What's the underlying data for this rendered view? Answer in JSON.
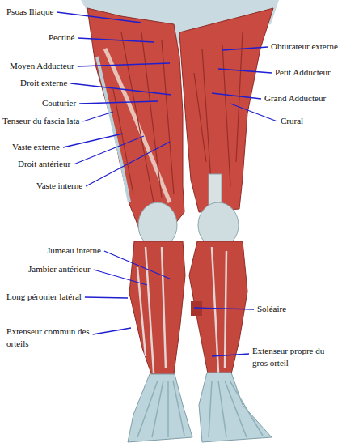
{
  "diagram": {
    "labels": [
      "Psoas Iliaque",
      "Pectiné",
      "Moyen Adducteur",
      "Droit externe",
      "Couturier",
      "Tenseur du fascia lata",
      "Vaste externe",
      "Droit antérieur",
      "Vaste interne",
      "Jumeau interne",
      "Jambier antérieur",
      "Long péronier latéral",
      "Extenseur commun des orteils",
      "Obturateur externe",
      "Petit Adducteur",
      "Grand Adducteur",
      "Crural",
      "Soléaire",
      "Extenseur propre du gros orteil"
    ]
  }
}
